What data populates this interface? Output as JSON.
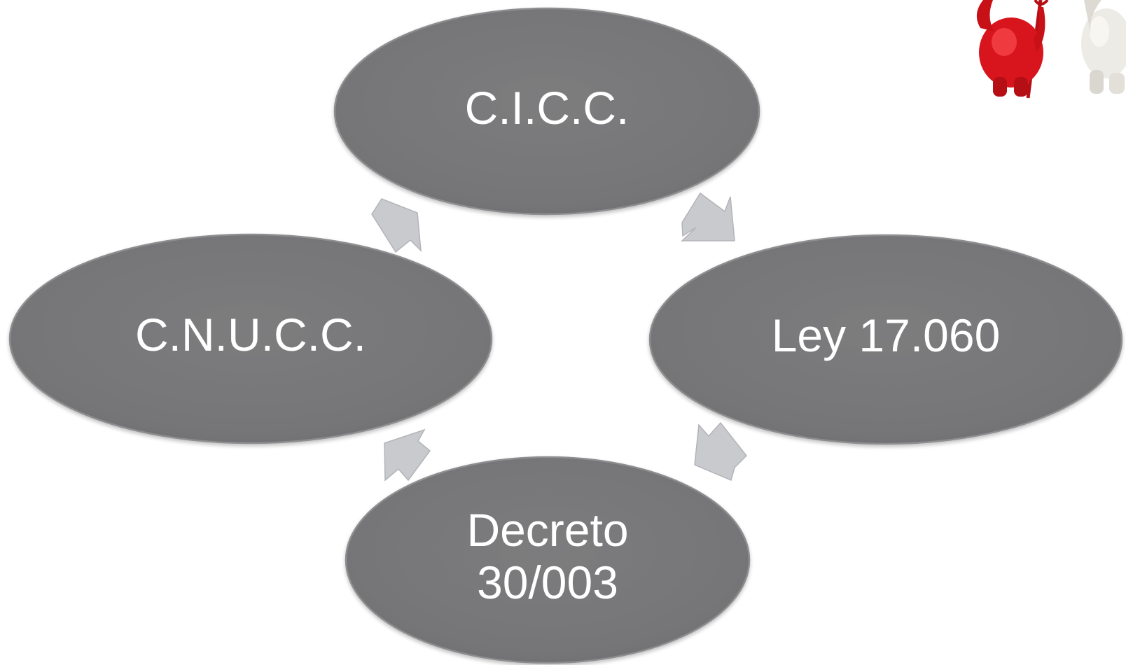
{
  "nodes": [
    {
      "id": "cicc",
      "label_lines": [
        "C.I.C.C."
      ]
    },
    {
      "id": "ley",
      "label_lines": [
        "Ley 17.060"
      ]
    },
    {
      "id": "decreto",
      "label_lines": [
        "Decreto",
        "30/003"
      ]
    },
    {
      "id": "cnucc",
      "label_lines": [
        "C.N.U.C.C."
      ]
    }
  ],
  "colors": {
    "node_fill": "#78787a",
    "node_edge": "#8e8e90",
    "arrow_fill": "#c9cace",
    "label": "#ffffff",
    "devil_red": "#d8141c",
    "angel_white": "#ecebe6"
  },
  "decoration": {
    "icon_left": "devil-figure-icon",
    "icon_right": "angel-figure-icon"
  }
}
